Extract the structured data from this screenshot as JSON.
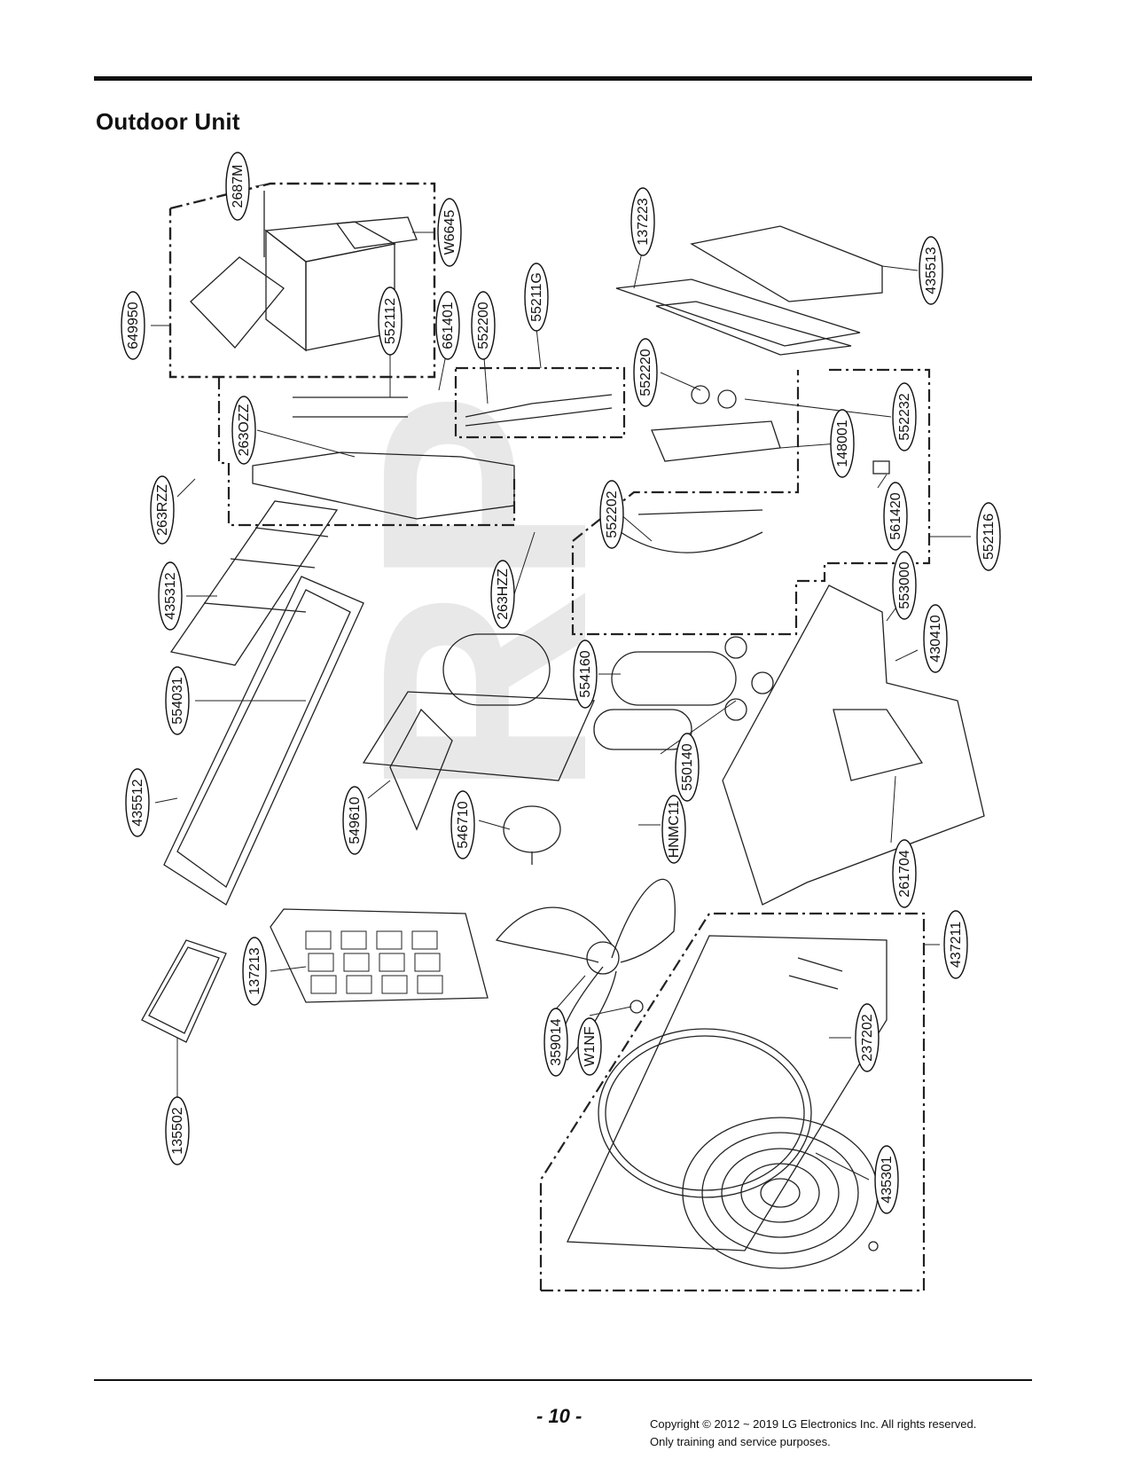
{
  "title": "Outdoor Unit",
  "watermark": "RP",
  "callouts": [
    {
      "id": "2687M",
      "label": "2687M"
    },
    {
      "id": "W6645",
      "label": "W6645"
    },
    {
      "id": "649950",
      "label": "649950"
    },
    {
      "id": "552112",
      "label": "552112"
    },
    {
      "id": "661401",
      "label": "661401"
    },
    {
      "id": "552200",
      "label": "552200"
    },
    {
      "id": "55211G",
      "label": "55211G"
    },
    {
      "id": "137223",
      "label": "137223"
    },
    {
      "id": "435513",
      "label": "435513"
    },
    {
      "id": "263OZZ",
      "label": "263OZZ"
    },
    {
      "id": "552220",
      "label": "552220"
    },
    {
      "id": "552232",
      "label": "552232"
    },
    {
      "id": "148001",
      "label": "148001"
    },
    {
      "id": "263RZZ",
      "label": "263RZZ"
    },
    {
      "id": "552202",
      "label": "552202"
    },
    {
      "id": "561420",
      "label": "561420"
    },
    {
      "id": "552116",
      "label": "552116"
    },
    {
      "id": "435312",
      "label": "435312"
    },
    {
      "id": "263HZZ",
      "label": "263HZZ"
    },
    {
      "id": "553000",
      "label": "553000"
    },
    {
      "id": "430410",
      "label": "430410"
    },
    {
      "id": "554031",
      "label": "554031"
    },
    {
      "id": "554160",
      "label": "554160"
    },
    {
      "id": "550140",
      "label": "550140"
    },
    {
      "id": "435512",
      "label": "435512"
    },
    {
      "id": "549610",
      "label": "549610"
    },
    {
      "id": "546710",
      "label": "546710"
    },
    {
      "id": "HNMC11",
      "label": "HNMC11"
    },
    {
      "id": "261704",
      "label": "261704"
    },
    {
      "id": "437211",
      "label": "437211"
    },
    {
      "id": "137213",
      "label": "137213"
    },
    {
      "id": "359014",
      "label": "359014"
    },
    {
      "id": "W1NF",
      "label": "W1NF"
    },
    {
      "id": "237202",
      "label": "237202"
    },
    {
      "id": "135502",
      "label": "135502"
    },
    {
      "id": "435301",
      "label": "435301"
    }
  ],
  "footer": {
    "page_number": "- 10 -",
    "copyright_line1": "Copyright © 2012 ~ 2019 LG Electronics Inc. All rights reserved.",
    "copyright_line2": "Only training and service purposes."
  }
}
